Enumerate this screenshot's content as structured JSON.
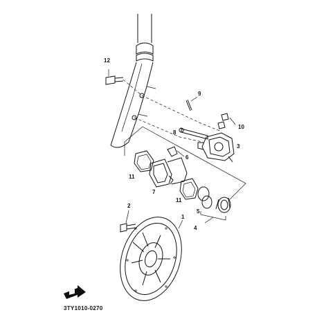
{
  "labels": {
    "p1": "1",
    "p2": "2",
    "p3": "3",
    "p4": "4",
    "p5": "5",
    "p6": "6",
    "p7": "7",
    "p8": "8",
    "p9": "9",
    "p10": "10",
    "p11a": "11",
    "p11b": "11",
    "p12": "12"
  },
  "drawing_code": "3TY1010-0270",
  "icons": {
    "front_indicator": "front-arrow-icon"
  }
}
